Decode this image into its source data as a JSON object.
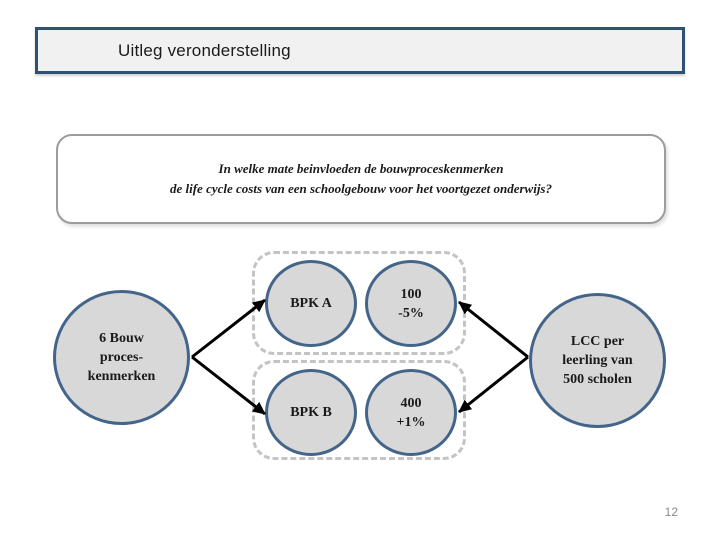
{
  "slide": {
    "title": "Uitleg veronderstelling",
    "page_number": "12"
  },
  "question_box": {
    "line1": "In welke mate beinvloeden de bouwproceskenmerken",
    "line2": "de life cycle costs van een schoolgebouw voor het voortgezet onderwijs?"
  },
  "diagram": {
    "input_node": {
      "lines": [
        "6 Bouw",
        "proces-",
        "kenmerken"
      ]
    },
    "bpk_a_node": {
      "label": "BPK A"
    },
    "value_a_node": {
      "lines": [
        "100",
        "-5%"
      ]
    },
    "bpk_b_node": {
      "label": "BPK B"
    },
    "value_b_node": {
      "lines": [
        "400",
        "+1%"
      ]
    },
    "output_node": {
      "lines": [
        "LCC per",
        "leerling van",
        "500 scholen"
      ]
    }
  },
  "colors": {
    "title_bar_border": "#2F5273",
    "title_bar_fill": "#F1F1F1",
    "question_box_border": "#9C9C9C",
    "node_fill": "#D8D8D8",
    "node_border": "#44658A",
    "dashed_group_border": "#C4C4C4",
    "arrow": "#000000",
    "page_number_text": "#8A8A8A"
  }
}
